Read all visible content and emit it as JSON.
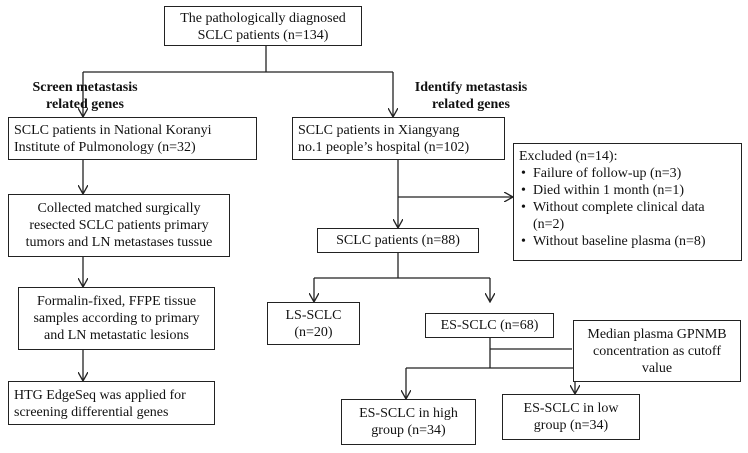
{
  "top_box": [
    "The pathologically diagnosed",
    "SCLC patients (n=134)"
  ],
  "left_heading": [
    "Screen metastasis",
    "related genes"
  ],
  "right_heading": [
    "Identify metastasis",
    "related genes"
  ],
  "left_column": {
    "koranyi": [
      "SCLC patients in National Koranyi",
      "Institute of Pulmonology (n=32)"
    ],
    "collected": [
      "Collected matched surgically",
      "resected SCLC patients primary",
      "tumors and LN metastases tussue"
    ],
    "formalin": [
      "Formalin-fixed, FFPE tissue",
      "samples according to primary",
      "and LN metastatic lesions"
    ],
    "htg": [
      "HTG EdgeSeq was applied for",
      "screening differential genes"
    ]
  },
  "right_column": {
    "xiangyang": [
      "SCLC patients in Xiangyang",
      "no.1 people’s hospital (n=102)"
    ],
    "excluded": {
      "title": "Excluded (n=14):",
      "items": [
        "Failure of follow-up (n=3)",
        "Died within 1 month (n=1)",
        "Without complete clinical data",
        "(n=2)",
        "Without baseline plasma (n=8)"
      ]
    },
    "sclc88": "SCLC patients (n=88)",
    "ls": [
      "LS-SCLC",
      "(n=20)"
    ],
    "es": "ES-SCLC (n=68)",
    "median": [
      "Median plasma GPNMB",
      "concentration as cutoff",
      "value"
    ],
    "es_high": [
      "ES-SCLC in high",
      "group (n=34)"
    ],
    "es_low": [
      "ES-SCLC in low",
      "group (n=34)"
    ]
  }
}
